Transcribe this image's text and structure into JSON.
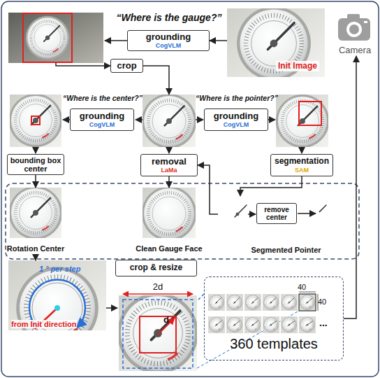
{
  "diagram": {
    "nodes": [
      {
        "text": [
          "“Where is the gauge?”",
          "grounding",
          "CogVLM"
        ]
      },
      {
        "text": [
          "Init Image"
        ]
      },
      {
        "text": [
          "Camera"
        ]
      },
      {
        "text": [
          "crop"
        ]
      },
      {
        "text": [
          "“Where is the center?”",
          "grounding",
          "CogVLM"
        ]
      },
      {
        "text": [
          "“Where is the pointer?”",
          "grounding",
          "CogVLM"
        ]
      },
      {
        "text": [
          "bounding box center"
        ]
      },
      {
        "text": [
          "removal",
          "LaMa"
        ]
      },
      {
        "text": [
          "segmentation",
          "SAM"
        ]
      },
      {
        "text": [
          "Rotation Center"
        ]
      },
      {
        "text": [
          "Clean Gauge Face"
        ]
      },
      {
        "text": [
          "Segmented Pointer"
        ]
      },
      {
        "text": [
          "remove center"
        ],
        "in": 11
      },
      {
        "text": [
          "crop & resize"
        ]
      },
      {
        "text": [
          "1 ° per step",
          "from Init direction"
        ]
      },
      {
        "text": [
          "2d",
          "d"
        ]
      },
      {
        "text": [
          "40",
          "40",
          "...",
          "360 templates"
        ]
      }
    ],
    "edges": [
      {
        "from": 1,
        "to": 0,
        "arrow": "to"
      },
      {
        "from": 6,
        "to": 9,
        "arrow": "to"
      },
      {
        "from": 7,
        "to": 10,
        "arrow": "to"
      },
      {
        "from": 8,
        "to": 11,
        "arrow": "to"
      },
      {
        "from": 11,
        "to": 7,
        "arrow": "to"
      },
      {
        "from": 9,
        "to": 14,
        "arrow": "to"
      },
      {
        "from": 14,
        "to": 15,
        "arrow": "to"
      },
      {
        "from": 15,
        "to": 16,
        "arrow": "none"
      },
      {
        "from": 16,
        "to": 2,
        "arrow": "to"
      }
    ]
  }
}
